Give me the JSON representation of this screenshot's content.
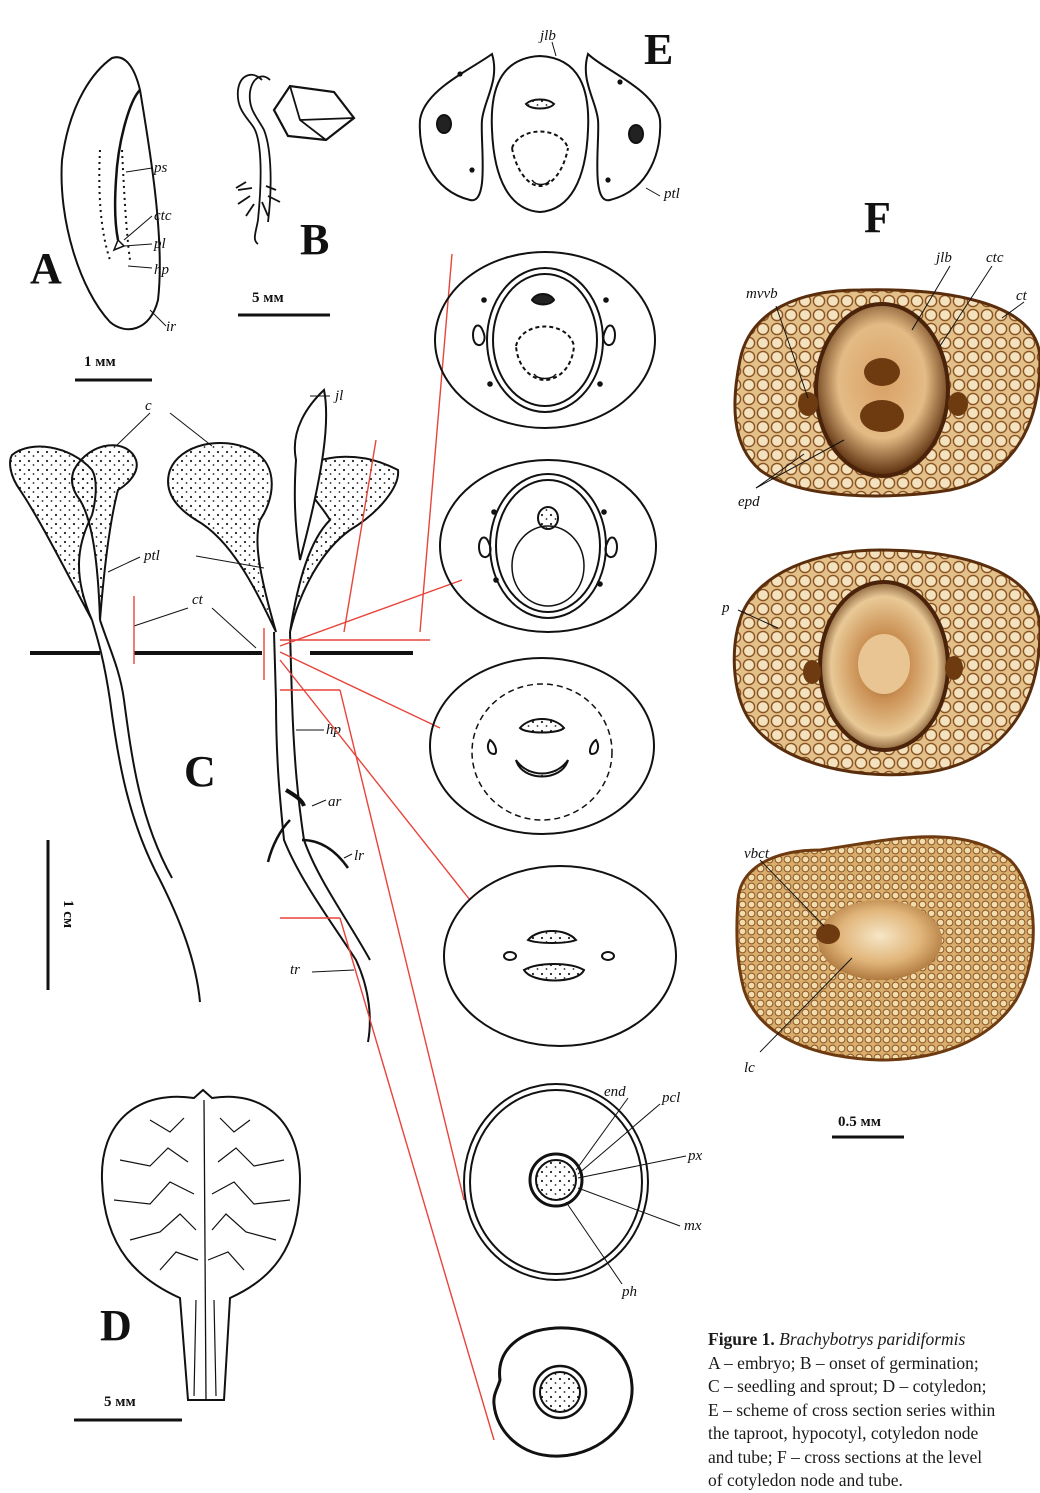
{
  "panels": {
    "A": "A",
    "B": "B",
    "C": "C",
    "D": "D",
    "E": "E",
    "F": "F"
  },
  "labels": {
    "ps": "ps",
    "ctc": "ctc",
    "pl": "pl",
    "hp": "hp",
    "ir": "ir",
    "jlb": "jlb",
    "ptl": "ptl",
    "c": "c",
    "jl": "jl",
    "ct": "ct",
    "ar": "ar",
    "lr": "lr",
    "tr": "tr",
    "end": "end",
    "pcl": "pcl",
    "px": "px",
    "mx": "mx",
    "ph": "ph",
    "mvvb": "mvvb",
    "epd": "epd",
    "p": "p",
    "vbct": "vbct",
    "lc": "lc"
  },
  "scales": {
    "a": "1 мм",
    "b": "5 мм",
    "c": "1 см",
    "d": "5 мм",
    "f": "0.5 мм"
  },
  "caption": {
    "figure_label": "Figure 1.",
    "species": "Brachybotrys paridiformis",
    "lines": [
      "A – embryo; B – onset of germination;",
      "C – seedling and sprout; D – cotyledon;",
      "E – scheme of cross section series within",
      "the taproot, hypocotyl, cotyledon node",
      "and tube; F – cross sections at the level",
      "of cotyledon node and tube."
    ]
  },
  "colors": {
    "ink": "#111111",
    "leader": "#e8443a",
    "tissue_dark": "#5a2e0c",
    "tissue_mid": "#a8703a",
    "tissue_light": "#e6c794"
  }
}
